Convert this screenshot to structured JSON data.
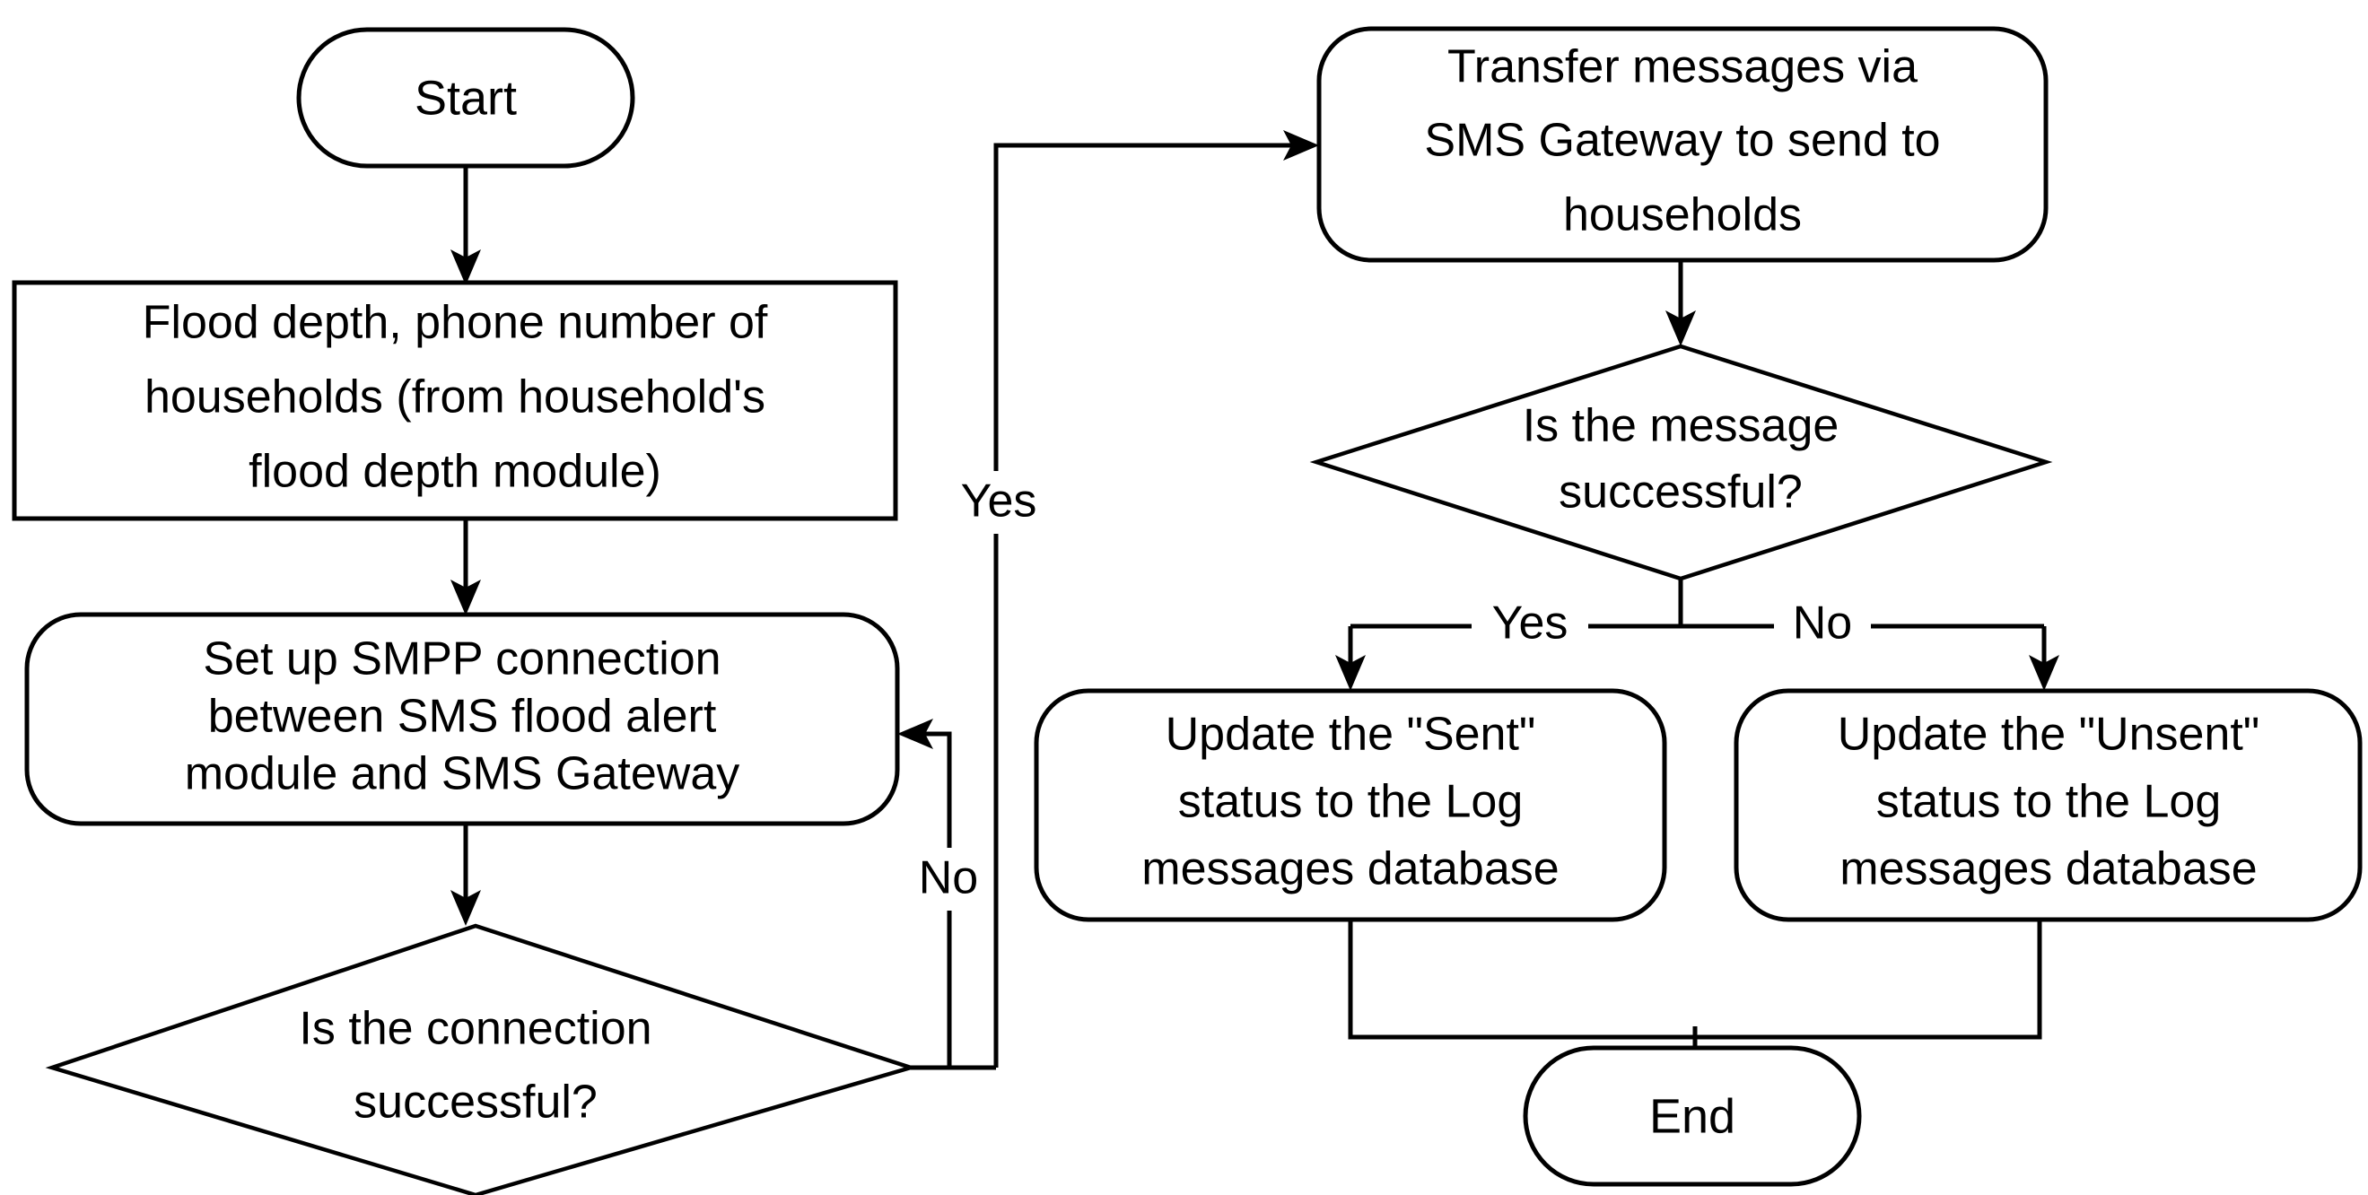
{
  "diagram": {
    "title": "SMS flood alert module flowchart",
    "background_color": "#ffffff",
    "line_color": "#000000",
    "text_color": "#000000"
  },
  "nodes": {
    "start": {
      "id": "start",
      "shape": "terminator",
      "label": "Start"
    },
    "input_flood_depth": {
      "id": "input_flood_depth",
      "shape": "rectangle",
      "line1": "Flood depth, phone number of",
      "line2": "households (from household's",
      "line3": "flood depth module)"
    },
    "setup_smpp": {
      "id": "setup_smpp",
      "shape": "rounded-rectangle",
      "line1": "Set up SMPP connection",
      "line2": "between SMS flood alert",
      "line3": "module and SMS Gateway"
    },
    "connection_decision": {
      "id": "connection_decision",
      "shape": "diamond",
      "line1": "Is the connection",
      "line2": "successful?"
    },
    "transfer_messages": {
      "id": "transfer_messages",
      "shape": "rounded-rectangle",
      "line1": "Transfer messages via",
      "line2": "SMS Gateway to send to",
      "line3": "households"
    },
    "message_decision": {
      "id": "message_decision",
      "shape": "diamond",
      "line1": "Is the message",
      "line2": "successful?"
    },
    "update_sent": {
      "id": "update_sent",
      "shape": "rounded-rectangle",
      "line1": "Update the \"Sent\"",
      "line2": "status to the Log",
      "line3": "messages database"
    },
    "update_unsent": {
      "id": "update_unsent",
      "shape": "rounded-rectangle",
      "line1": "Update the \"Unsent\"",
      "line2": "status to the Log",
      "line3": "messages database"
    },
    "end": {
      "id": "end",
      "shape": "terminator",
      "label": "End"
    }
  },
  "edge_labels": {
    "connection_yes": "Yes",
    "connection_no": "No",
    "message_yes": "Yes",
    "message_no": "No"
  },
  "edges": [
    {
      "from": "start",
      "to": "input_flood_depth",
      "label": ""
    },
    {
      "from": "input_flood_depth",
      "to": "setup_smpp",
      "label": ""
    },
    {
      "from": "setup_smpp",
      "to": "connection_decision",
      "label": ""
    },
    {
      "from": "connection_decision",
      "to": "transfer_messages",
      "label": "Yes"
    },
    {
      "from": "connection_decision",
      "to": "setup_smpp",
      "label": "No"
    },
    {
      "from": "transfer_messages",
      "to": "message_decision",
      "label": ""
    },
    {
      "from": "message_decision",
      "to": "update_sent",
      "label": "Yes"
    },
    {
      "from": "message_decision",
      "to": "update_unsent",
      "label": "No"
    },
    {
      "from": "update_sent",
      "to": "end",
      "label": ""
    },
    {
      "from": "update_unsent",
      "to": "end",
      "label": ""
    }
  ]
}
